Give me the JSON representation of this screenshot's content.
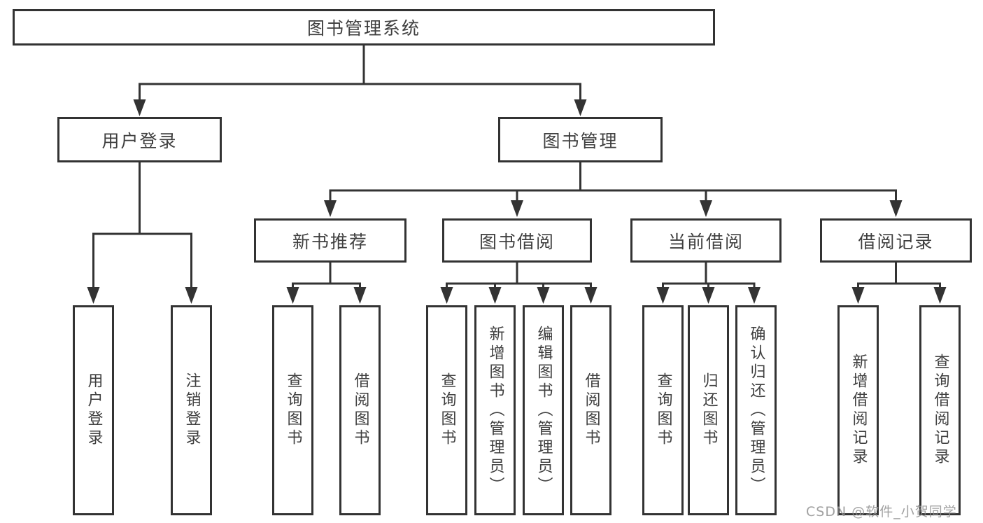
{
  "diagram": {
    "root": "图书管理系统",
    "branches": [
      {
        "label": "用户登录",
        "children": [
          "用户登录",
          "注销登录"
        ]
      },
      {
        "label": "图书管理",
        "sections": [
          {
            "label": "新书推荐",
            "children": [
              "查询图书",
              "借阅图书"
            ]
          },
          {
            "label": "图书借阅",
            "children": [
              "查询图书",
              "新增图书（管理员）",
              "编辑图书（管理员）",
              "借阅图书"
            ]
          },
          {
            "label": "当前借阅",
            "children": [
              "查询图书",
              "归还图书",
              "确认归还（管理员）"
            ]
          },
          {
            "label": "借阅记录",
            "children": [
              "新增借阅记录",
              "查询借阅记录"
            ]
          }
        ]
      }
    ]
  },
  "watermark": "CSDN @软件_小贺同学",
  "colors": {
    "line": "#333333",
    "text": "#3f3f3f",
    "watermark": "#919191",
    "background": "#ffffff"
  }
}
